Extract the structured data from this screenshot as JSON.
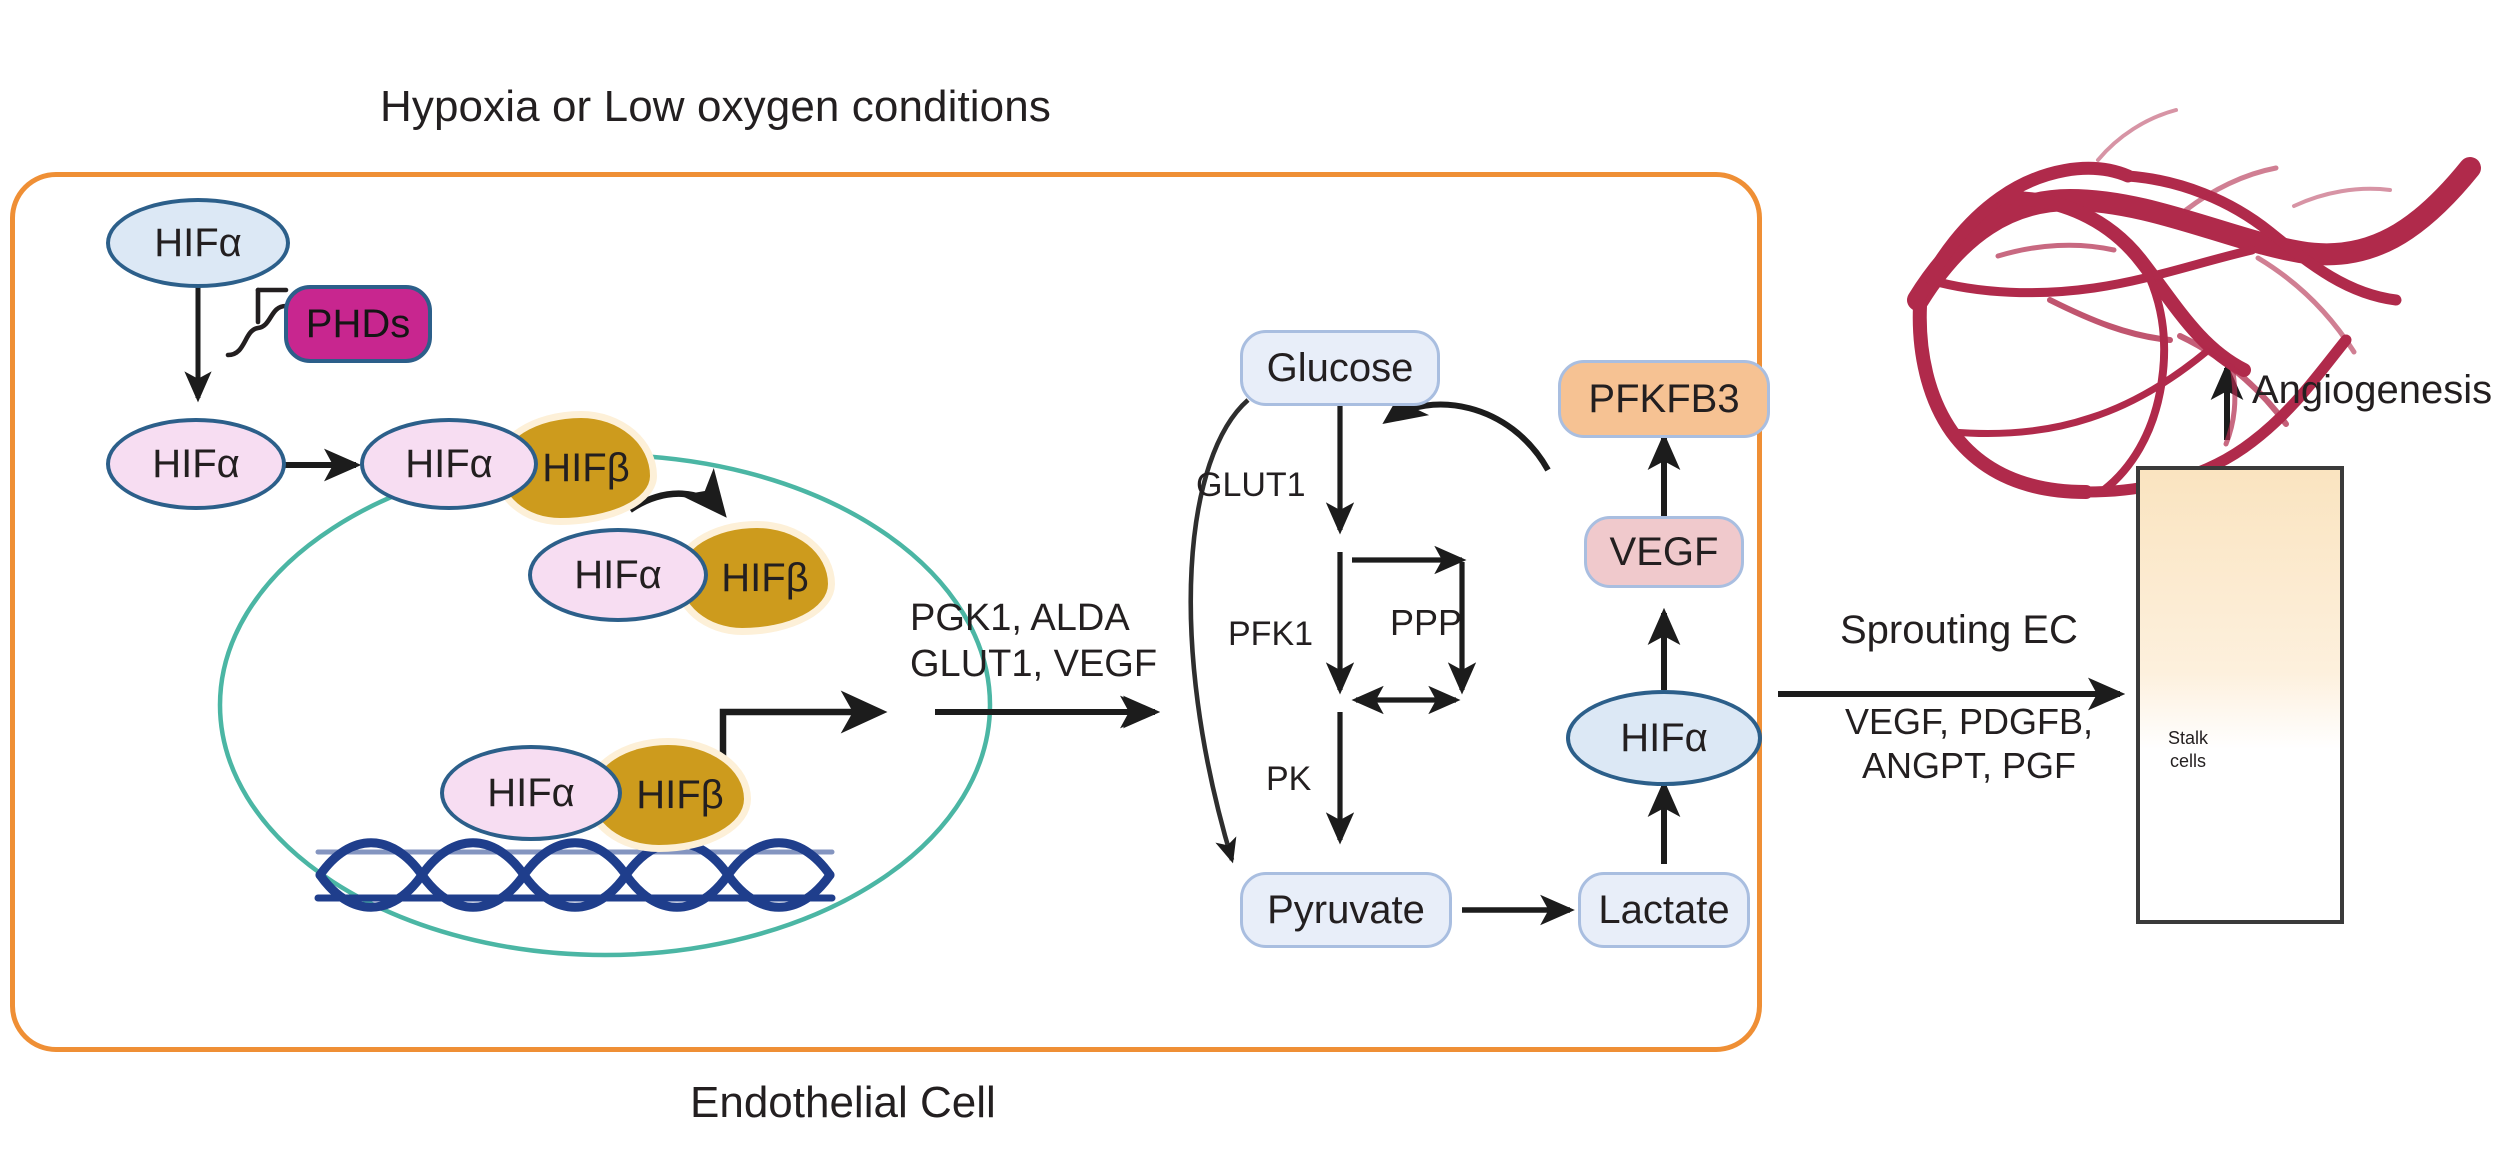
{
  "figure": {
    "title_top": "Hypoxia or Low oxygen conditions",
    "cell_label": "Endothelial Cell",
    "angiogenesis_label": "Angiogenesis",
    "sprouting_label": "Sprouting EC",
    "sprouting_factors": "VEGF, PDGFB,\nANGPT, PGF",
    "target_genes": "PGK1, ALDA\nGLUT1, VEGF",
    "stalk_cells_label": "Stalk\ncells"
  },
  "nodes": {
    "hifa_cytoplasm": "HIFα",
    "phds": "PHDs",
    "hifa_stabilized": "HIFα",
    "hifa_dimer_outer": "HIFα",
    "hifb_dimer_outer": "HIFβ",
    "hifa_nucleus_entry": "HIFα",
    "hifb_nucleus_entry": "HIFβ",
    "hifa_dna": "HIFα",
    "hifb_dna": "HIFβ",
    "glucose": "Glucose",
    "pyruvate": "Pyruvate",
    "lactate": "Lactate",
    "hifa_right": "HIFα",
    "vegf": "VEGF",
    "pfkfb3": "PFKFB3"
  },
  "enzymes": {
    "glut1": "GLUT1",
    "pfk1": "PFK1",
    "pk": "PK",
    "ppp": "PPP"
  },
  "colors": {
    "membrane_orange": "#ef8f35",
    "nucleus_teal": "#4bb6a4",
    "hifa_blue_fill": "#dce8f5",
    "hifa_pink_fill": "#f7ddf2",
    "node_border_blue": "#2c5f8a",
    "phds_magenta": "#c8268f",
    "hifb_gold": "#cd9b1d",
    "dna_navy": "#1f3e8c",
    "metabolite_fill": "#e8eef9",
    "metabolite_border": "#a9bee0",
    "pfkfb3_orange": "#f6c293",
    "vegf_pink": "#f0c9cc",
    "vessel_crimson": "#b02a4b",
    "tip_cell_purple": "#a98ac9",
    "stalk_cell_pink": "#f2a6ad",
    "rbc_dark_red": "#a81f31",
    "ligand_orange": "#e8922a",
    "receptor_blue": "#2f9fd0",
    "arrow_black": "#1c1c1c"
  },
  "chart_data": {
    "type": "diagram",
    "title": "HIF-driven endothelial glycolysis and angiogenesis",
    "compartments": [
      {
        "name": "Endothelial Cell",
        "shape": "rounded-rect",
        "border": "#ef8f35"
      },
      {
        "name": "Nucleus",
        "shape": "ellipse",
        "border": "#4bb6a4"
      },
      {
        "name": "Sprouting EC panel",
        "shape": "rect",
        "border": "#3a3a3a"
      }
    ],
    "edges": [
      {
        "from": "HIFα (cytoplasm)",
        "to": "HIFα (stabilized)",
        "type": "arrow"
      },
      {
        "from": "PHDs",
        "to": "HIFα degradation",
        "type": "inhibition"
      },
      {
        "from": "HIFα (stabilized)",
        "to": "HIFα:HIFβ dimer",
        "type": "arrow"
      },
      {
        "from": "HIFα:HIFβ dimer",
        "to": "Nucleus",
        "type": "curved-arrow"
      },
      {
        "from": "HIFα:HIFβ on DNA",
        "to": "Transcription",
        "type": "bent-arrow"
      },
      {
        "from": "Transcription",
        "to": "PGK1, ALDA, GLUT1, VEGF",
        "type": "arrow"
      },
      {
        "from": "Glucose",
        "to": "PFK1 step",
        "type": "arrow",
        "label": "GLUT1"
      },
      {
        "from": "PFK1 step",
        "to": "PK step",
        "type": "arrow",
        "label": "PFK1"
      },
      {
        "from": "PK step",
        "to": "Pyruvate",
        "type": "arrow",
        "label": "PK"
      },
      {
        "from": "Glycolysis intermediate",
        "to": "PPP",
        "type": "bidirectional"
      },
      {
        "from": "Pyruvate",
        "to": "Lactate",
        "type": "arrow"
      },
      {
        "from": "Lactate",
        "to": "HIFα",
        "type": "arrow"
      },
      {
        "from": "HIFα",
        "to": "VEGF",
        "type": "arrow"
      },
      {
        "from": "VEGF",
        "to": "PFKFB3",
        "type": "arrow"
      },
      {
        "from": "PFKFB3",
        "to": "Glucose",
        "type": "curved-arrow"
      },
      {
        "from": "Endothelial Cell",
        "to": "Sprouting EC",
        "type": "arrow",
        "label": "VEGF, PDGFB, ANGPT, PGF"
      },
      {
        "from": "Sprouting EC",
        "to": "Angiogenesis",
        "type": "arrow"
      }
    ]
  }
}
